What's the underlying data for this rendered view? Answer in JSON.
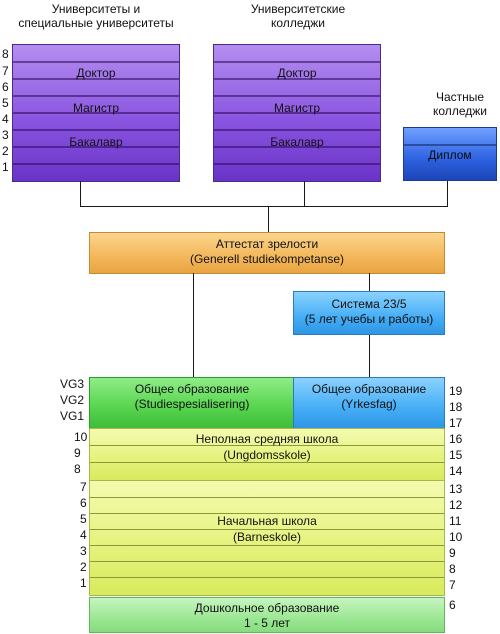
{
  "headers": {
    "universities": [
      "Университеты и",
      "специальные университеты"
    ],
    "colleges": [
      "Университетские",
      "колледжи"
    ],
    "private": [
      "Частные",
      "колледжи"
    ]
  },
  "degrees": {
    "doctor": "Доктор",
    "master": "Магистр",
    "bachelor": "Бакалавр",
    "diploma": "Диплом"
  },
  "university_years": [
    "8",
    "7",
    "6",
    "5",
    "4",
    "3",
    "2",
    "1"
  ],
  "attestat": [
    "Аттестат зрелости",
    "(Generell studiekompetanse)"
  ],
  "system235": [
    "Система 23/5",
    "(5 лет учебы и работы)"
  ],
  "general_ed": [
    "Общее образование",
    "(Studiespesialisering)"
  ],
  "vocational_ed": [
    "Общее образование",
    "(Yrkesfag)"
  ],
  "vg_labels": [
    "VG3",
    "VG2",
    "VG1"
  ],
  "age_vg": [
    "19",
    "18",
    "17"
  ],
  "lower_secondary": [
    "Неполная средняя школа",
    "(Ungdomsskole)"
  ],
  "lower_secondary_grades": [
    "10",
    "9",
    "8"
  ],
  "age_lower_secondary": [
    "16",
    "15",
    "14"
  ],
  "primary": [
    "Начальная школа",
    "(Barneskole)"
  ],
  "primary_grades": [
    "7",
    "6",
    "5",
    "4",
    "3",
    "2",
    "1"
  ],
  "age_primary": [
    "13",
    "12",
    "11",
    "10",
    "9",
    "8",
    "7"
  ],
  "preschool": [
    "Дошкольное образование",
    "1 - 5 лет"
  ],
  "age_preschool": "6"
}
